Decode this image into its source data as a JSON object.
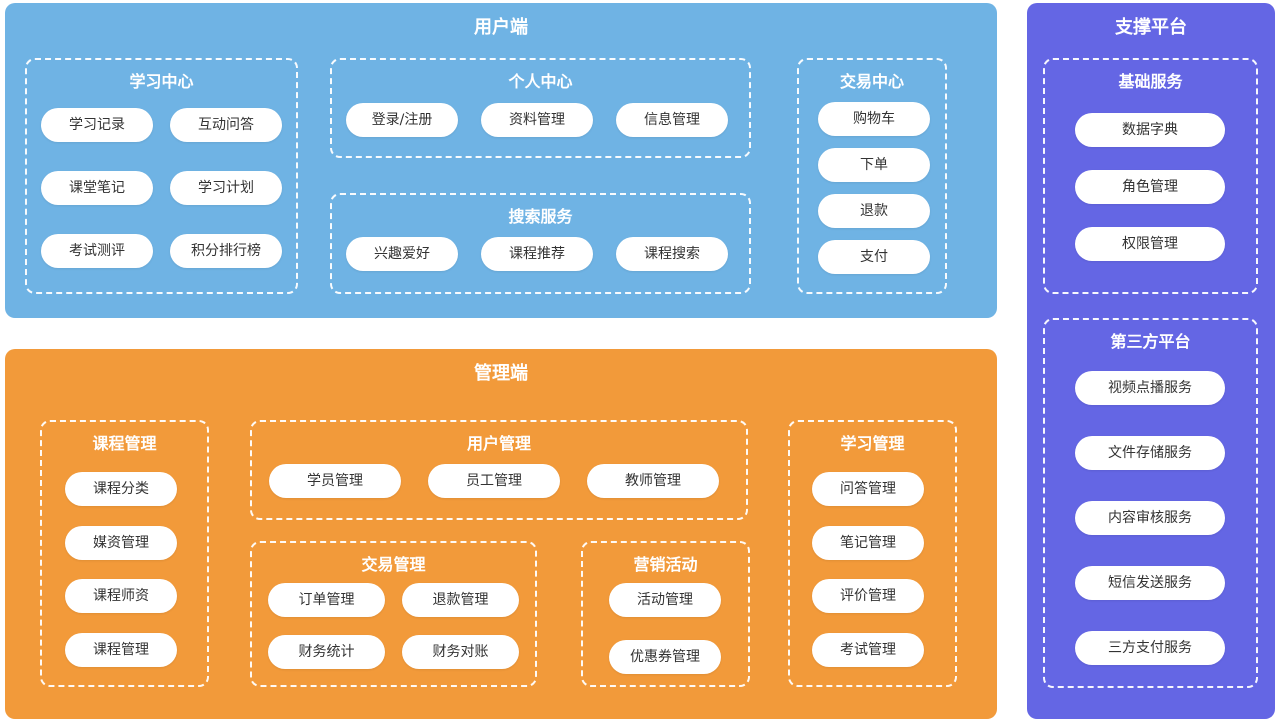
{
  "colors": {
    "user_panel": "#6fb3e4",
    "admin_panel": "#f29a3a",
    "support_panel": "#6466e4"
  },
  "user_side": {
    "title": "用户端",
    "study_center": {
      "title": "学习中心",
      "items": [
        "学习记录",
        "互动问答",
        "课堂笔记",
        "学习计划",
        "考试测评",
        "积分排行榜"
      ]
    },
    "personal_center": {
      "title": "个人中心",
      "items": [
        "登录/注册",
        "资料管理",
        "信息管理"
      ]
    },
    "search_service": {
      "title": "搜索服务",
      "items": [
        "兴趣爱好",
        "课程推荐",
        "课程搜索"
      ]
    },
    "trade_center": {
      "title": "交易中心",
      "items": [
        "购物车",
        "下单",
        "退款",
        "支付"
      ]
    }
  },
  "admin_side": {
    "title": "管理端",
    "course_mgmt": {
      "title": "课程管理",
      "items": [
        "课程分类",
        "媒资管理",
        "课程师资",
        "课程管理"
      ]
    },
    "user_mgmt": {
      "title": "用户管理",
      "items": [
        "学员管理",
        "员工管理",
        "教师管理"
      ]
    },
    "trade_mgmt": {
      "title": "交易管理",
      "items": [
        "订单管理",
        "退款管理",
        "财务统计",
        "财务对账"
      ]
    },
    "marketing": {
      "title": "营销活动",
      "items": [
        "活动管理",
        "优惠券管理"
      ]
    },
    "study_mgmt": {
      "title": "学习管理",
      "items": [
        "问答管理",
        "笔记管理",
        "评价管理",
        "考试管理"
      ]
    }
  },
  "support_platform": {
    "title": "支撑平台",
    "basic_service": {
      "title": "基础服务",
      "items": [
        "数据字典",
        "角色管理",
        "权限管理"
      ]
    },
    "third_party": {
      "title": "第三方平台",
      "items": [
        "视频点播服务",
        "文件存储服务",
        "内容审核服务",
        "短信发送服务",
        "三方支付服务"
      ]
    }
  }
}
